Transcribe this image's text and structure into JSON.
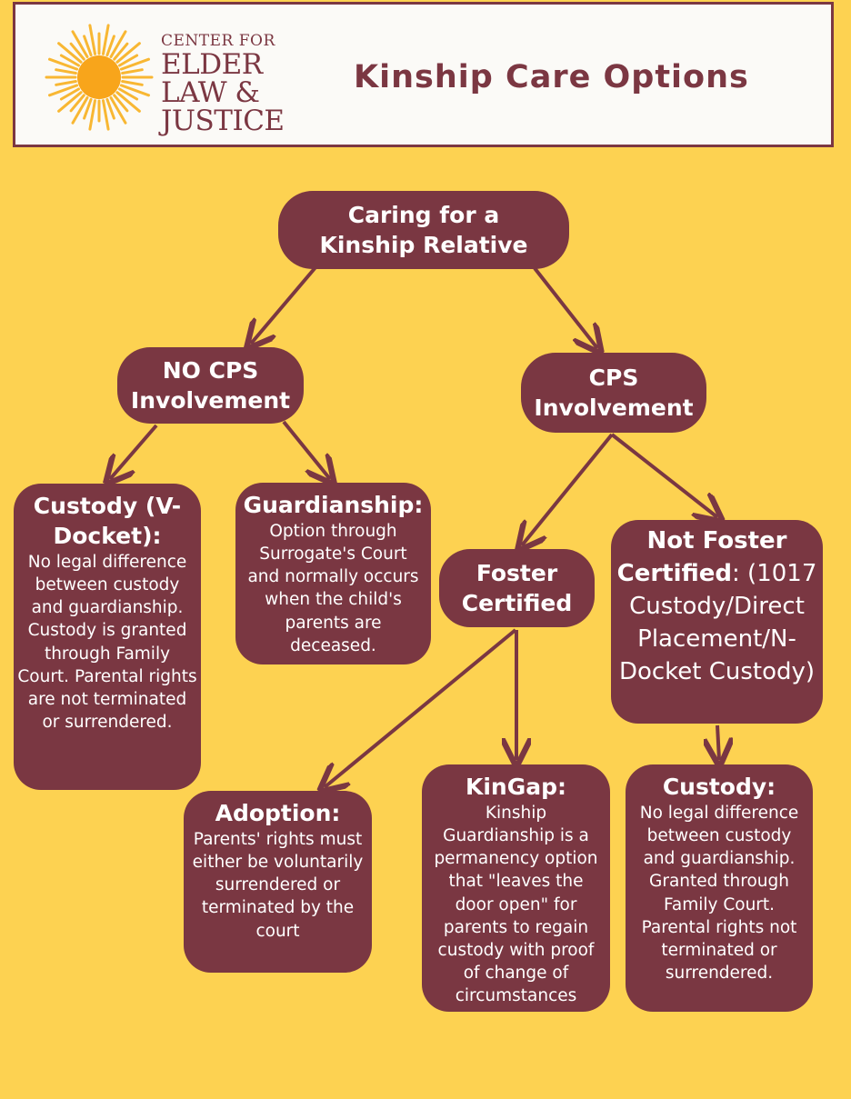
{
  "header": {
    "logo_line1": "CENTER FOR",
    "logo_line2": "ELDER",
    "logo_line3": "LAW &",
    "logo_line4": "JUSTICE",
    "title": "Kinship Care Options"
  },
  "colors": {
    "background": "#fdd251",
    "node_fill": "#7a3742",
    "node_text": "#ffffff",
    "header_fill": "#fbfaf7",
    "accent": "#7b3742",
    "sun": "#f8a51b"
  },
  "nodes": {
    "root": {
      "title": "Caring for a Kinship Relative"
    },
    "no_cps": {
      "title": "NO CPS Involvement"
    },
    "cps": {
      "title": "CPS Involvement"
    },
    "custody_v": {
      "title": "Custody (V-Docket):",
      "body": "No legal difference between custody and guardianship. Custody is granted through Family Court. Parental rights are not terminated or surrendered."
    },
    "guardianship": {
      "title": "Guardianship:",
      "body": "Option through Surrogate's Court and normally occurs when the child's parents are deceased."
    },
    "foster": {
      "title": "Foster Certified"
    },
    "not_foster": {
      "title": "Not Foster Certified",
      "body": ": (1017 Custody/Direct Placement/N-Docket Custody)"
    },
    "adoption": {
      "title": "Adoption:",
      "body": "Parents' rights must either be voluntarily surrendered or terminated by the court"
    },
    "kingap": {
      "title": "KinGap:",
      "body": "Kinship Guardianship is a permanency option that \"leaves the door open\" for parents to regain custody with proof of change of circumstances"
    },
    "custody": {
      "title": "Custody:",
      "body": "No legal difference between custody and guardianship. Granted through Family Court. Parental rights not terminated or surrendered."
    }
  }
}
